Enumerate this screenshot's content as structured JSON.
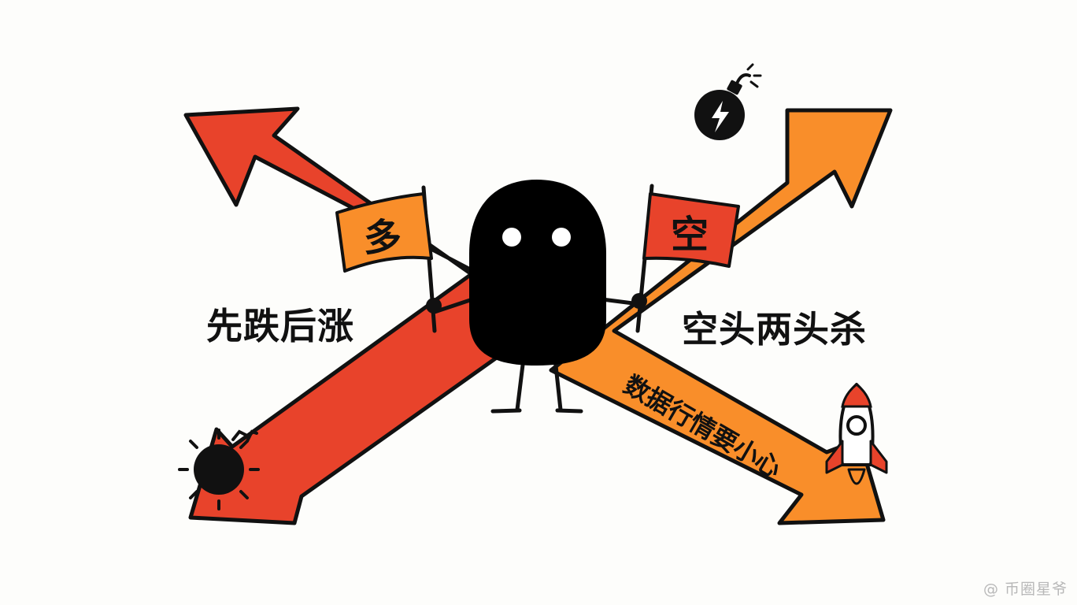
{
  "flags": {
    "left_char": "多",
    "right_char": "空"
  },
  "labels": {
    "left": "先跌后涨",
    "right": "空头两头杀",
    "arrow_text": "数据行情要小心"
  },
  "watermark": {
    "handle": "@ 币圈星爷"
  },
  "colors": {
    "red_arrow": "#e8432b",
    "orange_arrow": "#f98e2a",
    "flag_orange": "#f98e2a",
    "flag_red": "#e8432b",
    "outline": "#111111",
    "background": "#fdfdfb"
  },
  "icons": [
    "bomb-icon",
    "virus-icon",
    "rocket-icon"
  ]
}
